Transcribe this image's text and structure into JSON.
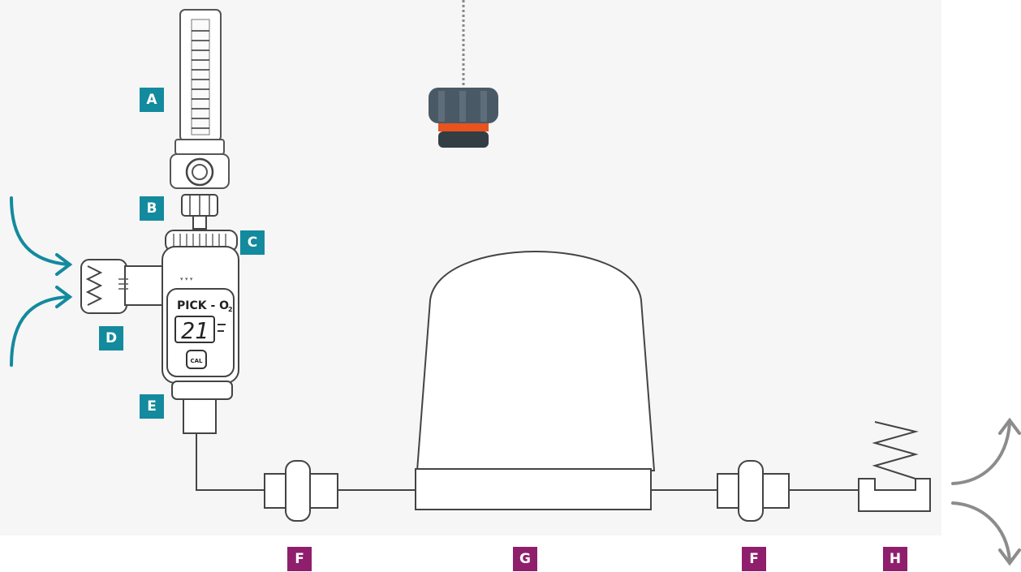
{
  "labels": {
    "a": "A",
    "b": "B",
    "c": "C",
    "d": "D",
    "e": "E",
    "f1": "F",
    "g": "G",
    "f2": "F",
    "h": "H"
  },
  "device": {
    "brand": "PICK - O",
    "brand_sub": "2",
    "display": "21",
    "button": "CAL"
  },
  "colors": {
    "label_teal": "#138a9e",
    "label_purple": "#8f1f6c",
    "inflow_arrow": "#138a9e",
    "outflow_arrow": "#8c8c8c",
    "cap_band": "#e8531e",
    "cap_body": "#4a5966"
  },
  "icons": {
    "flowmeter": "flowmeter-icon",
    "chain_cap": "chain-cap-icon",
    "oxygen_analyzer": "oxygen-analyzer-icon",
    "filter": "filter-icon",
    "reservoir": "reservoir-dome-icon",
    "valve": "spring-valve-icon"
  }
}
